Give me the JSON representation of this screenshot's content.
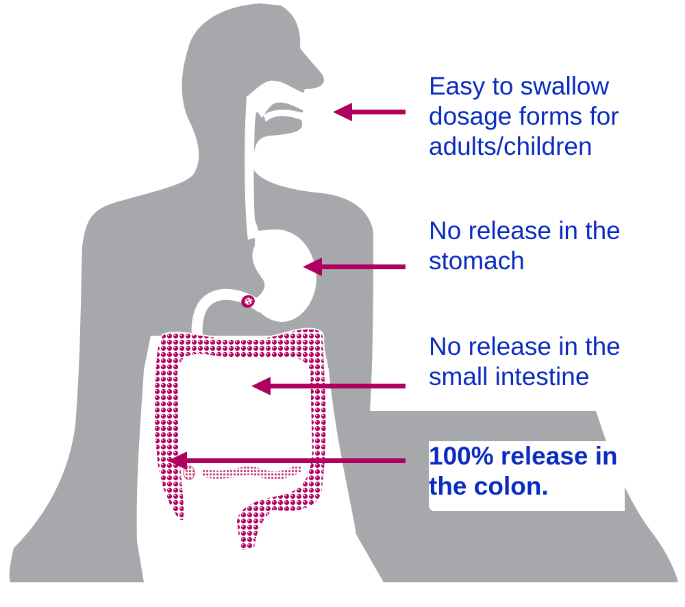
{
  "figure": {
    "subject": "Human digestive tract with targeted colon drug release",
    "colors": {
      "body_silhouette": "#a7a8ab",
      "digestive_tract": "#ffffff",
      "arrow": "#b0005f",
      "colon_pattern": "#b0005f",
      "text": "#0a2bbf"
    }
  },
  "annotations": [
    {
      "id": "mouth",
      "text": "Easy to swallow\ndosage forms for\nadults/children",
      "target": "mouth",
      "bold": false
    },
    {
      "id": "stomach",
      "text": "No release in the\nstomach",
      "target": "stomach",
      "bold": false
    },
    {
      "id": "small_intestine",
      "text": "No release in the\nsmall intestine",
      "target": "small intestine",
      "bold": false
    },
    {
      "id": "colon",
      "text": "100% release in\nthe colon.",
      "target": "colon",
      "bold": true
    }
  ]
}
